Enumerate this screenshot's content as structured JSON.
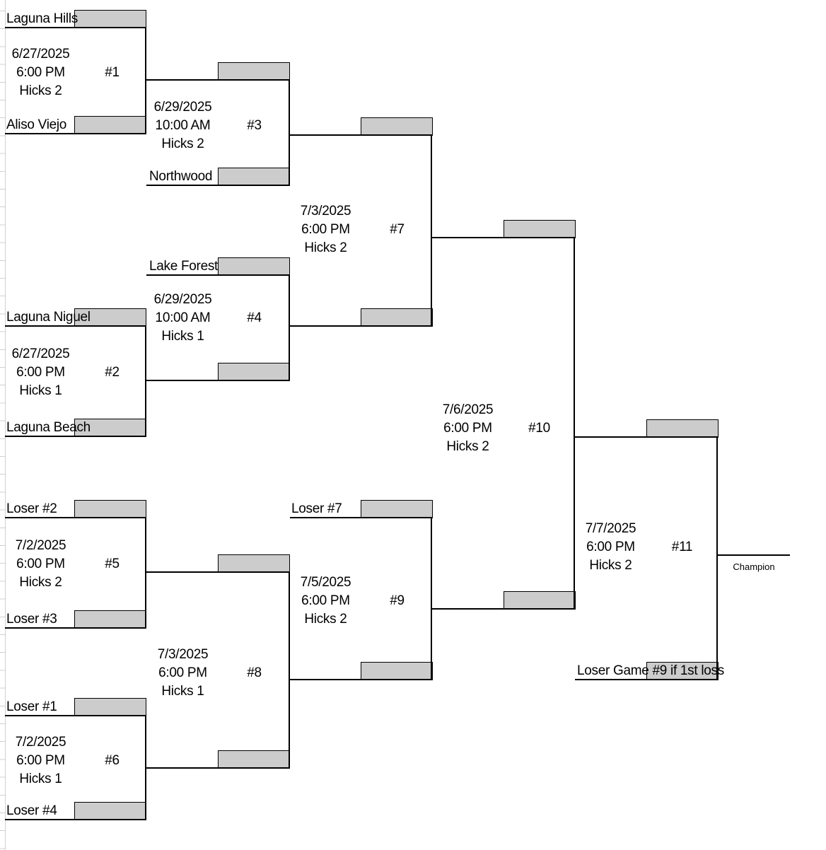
{
  "tournament": {
    "teams": {
      "laguna_hills": "Laguna Hills",
      "aliso_viejo": "Aliso Viejo",
      "northwood": "Northwood",
      "lake_forest": "Lake Forest",
      "laguna_niguel": "Laguna Niguel",
      "laguna_beach": "Laguna Beach"
    },
    "loser_slots": {
      "loser1": "Loser #1",
      "loser2": "Loser #2",
      "loser3": "Loser #3",
      "loser4": "Loser #4",
      "loser7": "Loser #7"
    },
    "games": {
      "g1": {
        "date": "6/27/2025",
        "time": "6:00 PM",
        "num": "#1",
        "venue": "Hicks 2"
      },
      "g2": {
        "date": "6/27/2025",
        "time": "6:00 PM",
        "num": "#2",
        "venue": "Hicks 1"
      },
      "g3": {
        "date": "6/29/2025",
        "time": "10:00 AM",
        "num": "#3",
        "venue": "Hicks 2"
      },
      "g4": {
        "date": "6/29/2025",
        "time": "10:00 AM",
        "num": "#4",
        "venue": "Hicks 1"
      },
      "g5": {
        "date": "7/2/2025",
        "time": "6:00 PM",
        "num": "#5",
        "venue": "Hicks 2"
      },
      "g6": {
        "date": "7/2/2025",
        "time": "6:00 PM",
        "num": "#6",
        "venue": "Hicks 1"
      },
      "g7": {
        "date": "7/3/2025",
        "time": "6:00 PM",
        "num": "#7",
        "venue": "Hicks 2"
      },
      "g8": {
        "date": "7/3/2025",
        "time": "6:00 PM",
        "num": "#8",
        "venue": "Hicks 1"
      },
      "g9": {
        "date": "7/5/2025",
        "time": "6:00 PM",
        "num": "#9",
        "venue": "Hicks 2"
      },
      "g10": {
        "date": "7/6/2025",
        "time": "6:00 PM",
        "num": "#10",
        "venue": "Hicks 2"
      },
      "g11": {
        "date": "7/7/2025",
        "time": "6:00 PM",
        "num": "#11",
        "venue": "Hicks 2"
      }
    },
    "labels": {
      "champion": "Champion",
      "loser_note": "Loser Game #9 if 1st loss"
    },
    "colors": {
      "slot_fill": "#cccccc",
      "line": "#000000",
      "gridline": "#d0d0d0"
    }
  }
}
